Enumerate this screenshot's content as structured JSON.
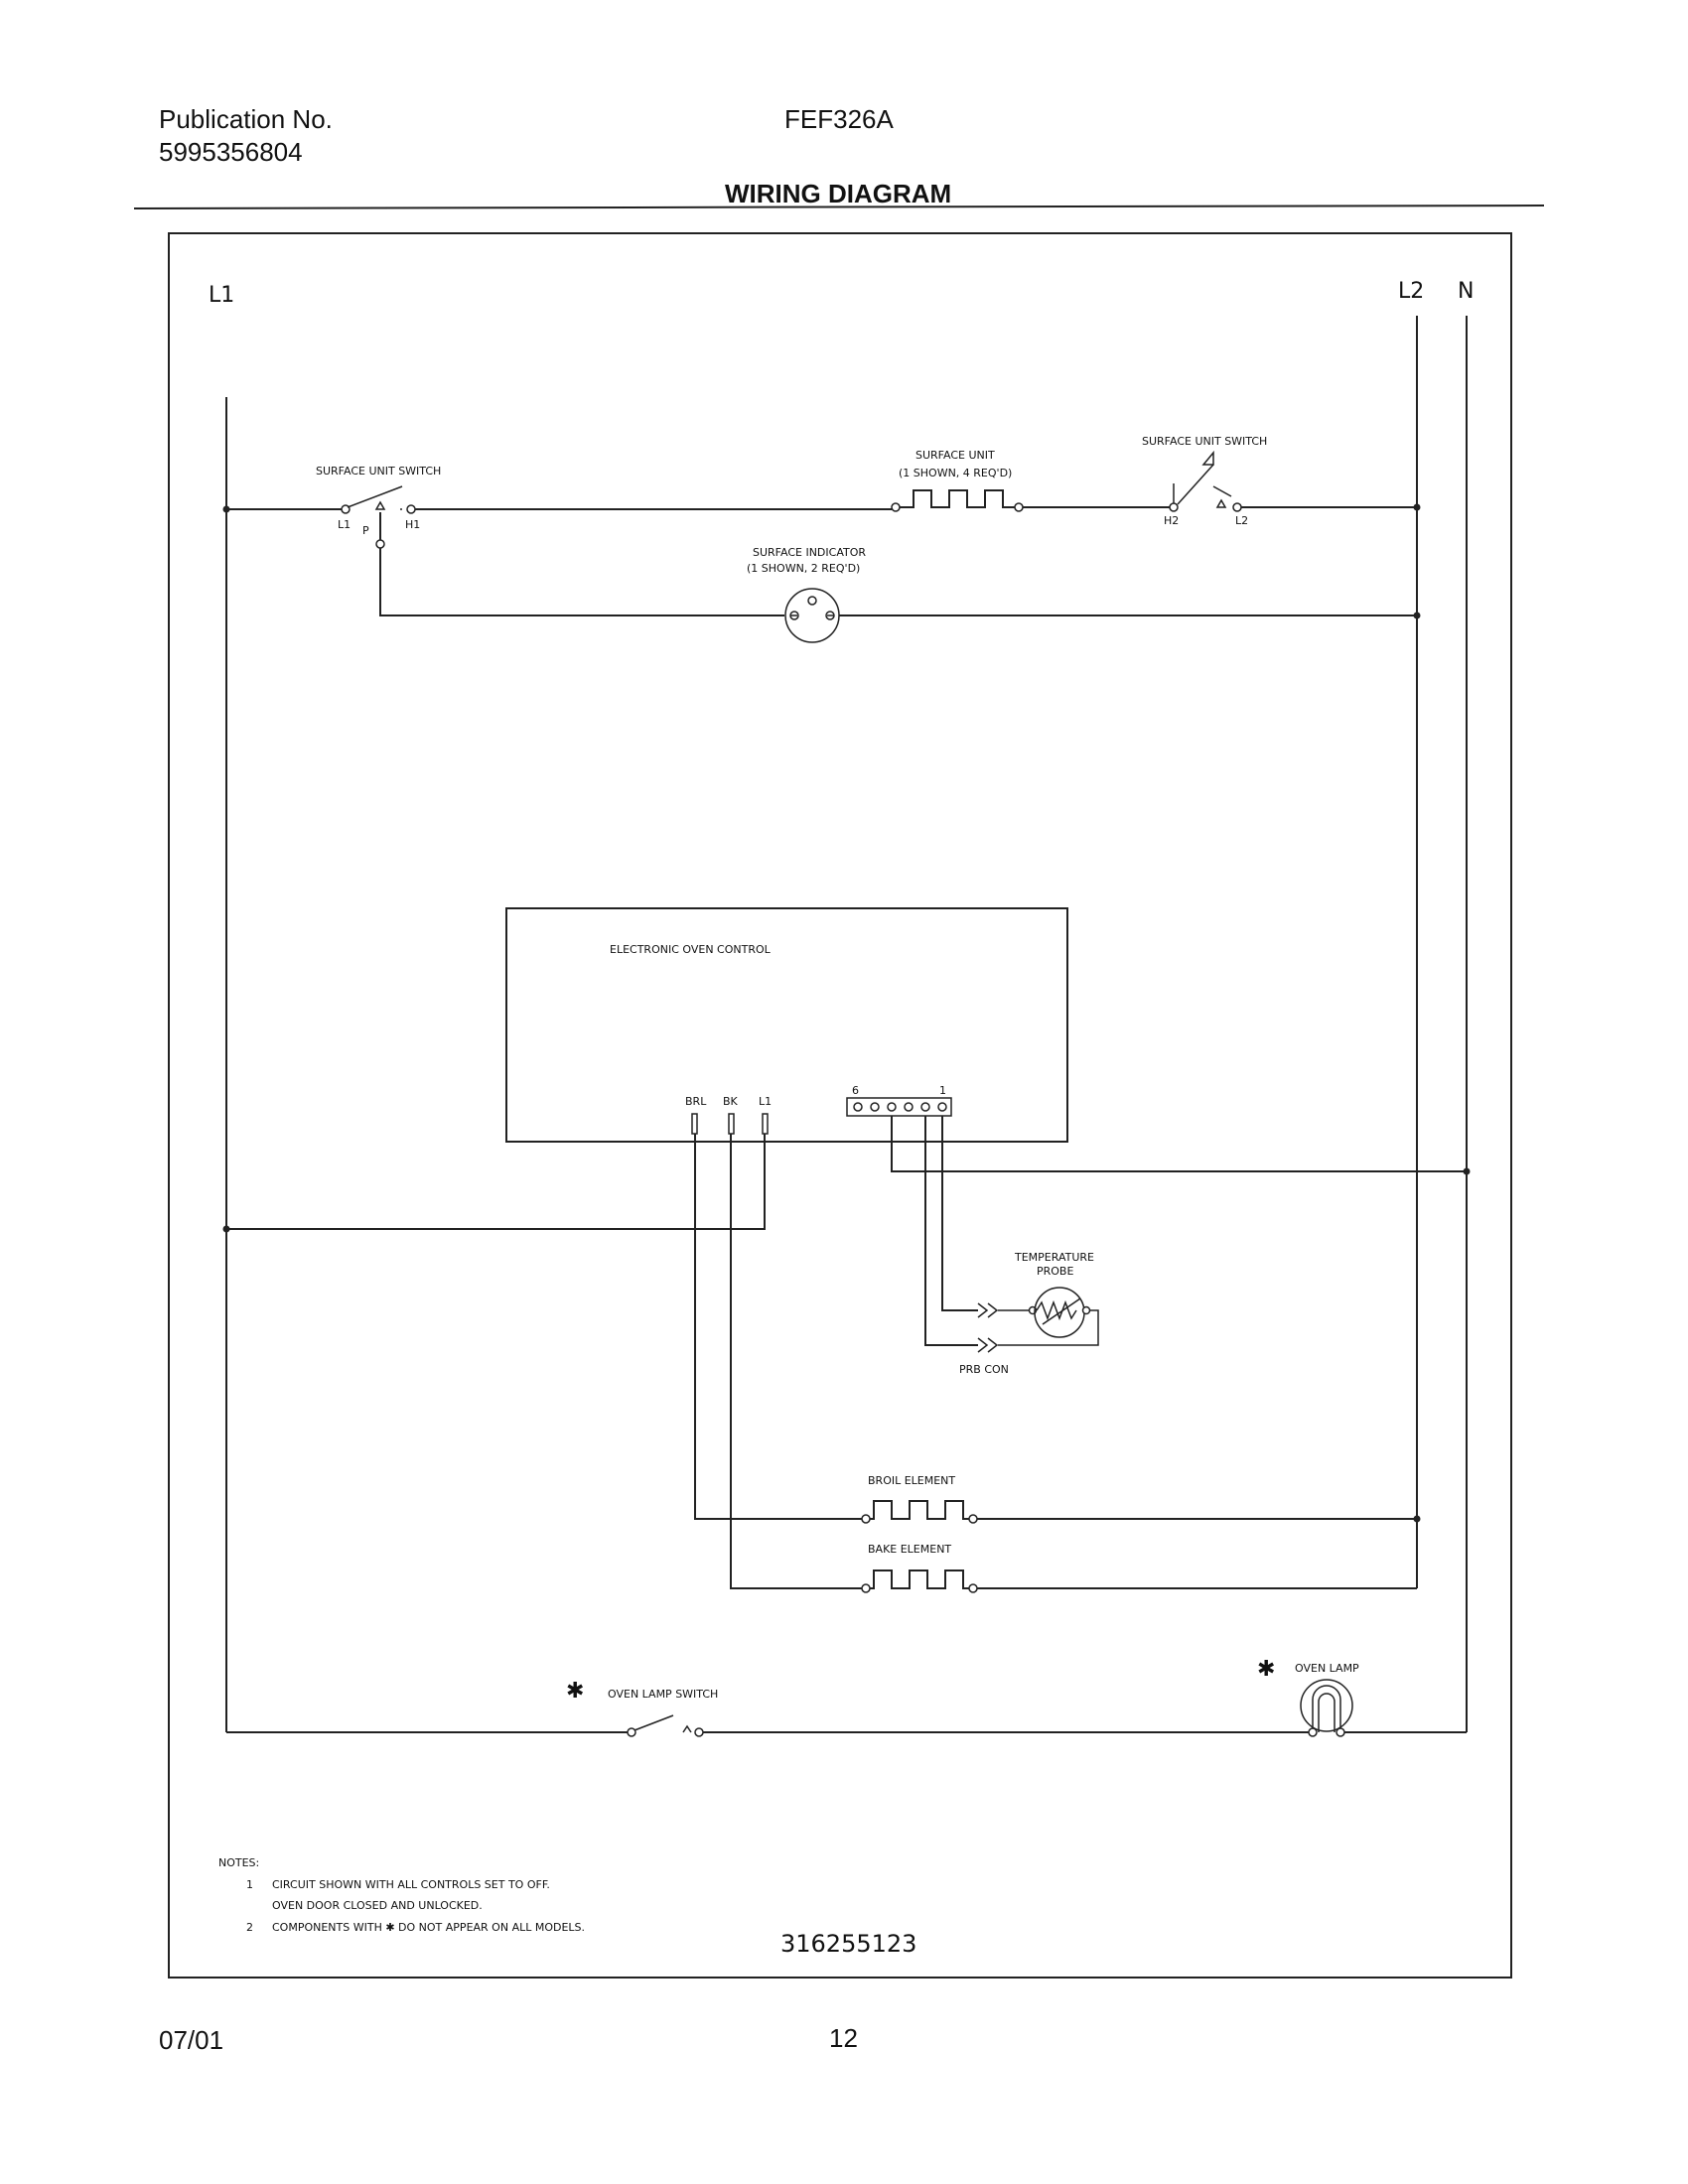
{
  "header": {
    "publication_label": "Publication No.",
    "publication_number": "5995356804",
    "model": "FEF326A",
    "title": "WIRING DIAGRAM"
  },
  "footer": {
    "date": "07/01",
    "page": "12"
  },
  "diagram": {
    "lines": {
      "l1": "L1",
      "l2": "L2",
      "n": "N"
    },
    "surface_unit_switch_left": {
      "label": "SURFACE UNIT SWITCH",
      "terminals": {
        "l1": "L1",
        "p": "P",
        "h1": "H1"
      }
    },
    "surface_unit": {
      "label": "SURFACE UNIT",
      "qty": "(1 SHOWN, 4 REQ'D)"
    },
    "surface_unit_switch_right": {
      "label": "SURFACE UNIT SWITCH",
      "terminals": {
        "h2": "H2",
        "l2": "L2"
      }
    },
    "surface_indicator": {
      "label": "SURFACE INDICATOR",
      "qty": "(1 SHOWN, 2 REQ'D)"
    },
    "oven_control": {
      "label": "ELECTRONIC OVEN CONTROL",
      "terminals": {
        "brl": "BRL",
        "bk": "BK",
        "l1": "L1"
      },
      "connector_left": "6",
      "connector_right": "1"
    },
    "temperature_probe": {
      "label_line1": "TEMPERATURE",
      "label_line2": "PROBE",
      "connector": "PRB CON"
    },
    "broil_element": "BROIL ELEMENT",
    "bake_element": "BAKE ELEMENT",
    "oven_lamp": {
      "mark": "✱",
      "label": "OVEN LAMP"
    },
    "oven_lamp_switch": {
      "mark": "✱",
      "label": "OVEN LAMP SWITCH"
    },
    "notes": {
      "heading": "NOTES:",
      "items": [
        {
          "num": "1",
          "line1": "CIRCUIT SHOWN WITH ALL CONTROLS SET TO OFF.",
          "line2": "OVEN DOOR CLOSED AND UNLOCKED."
        },
        {
          "num": "2",
          "line1": "COMPONENTS WITH  ✱ DO NOT APPEAR ON ALL MODELS."
        }
      ]
    },
    "part_number": "316255123"
  }
}
